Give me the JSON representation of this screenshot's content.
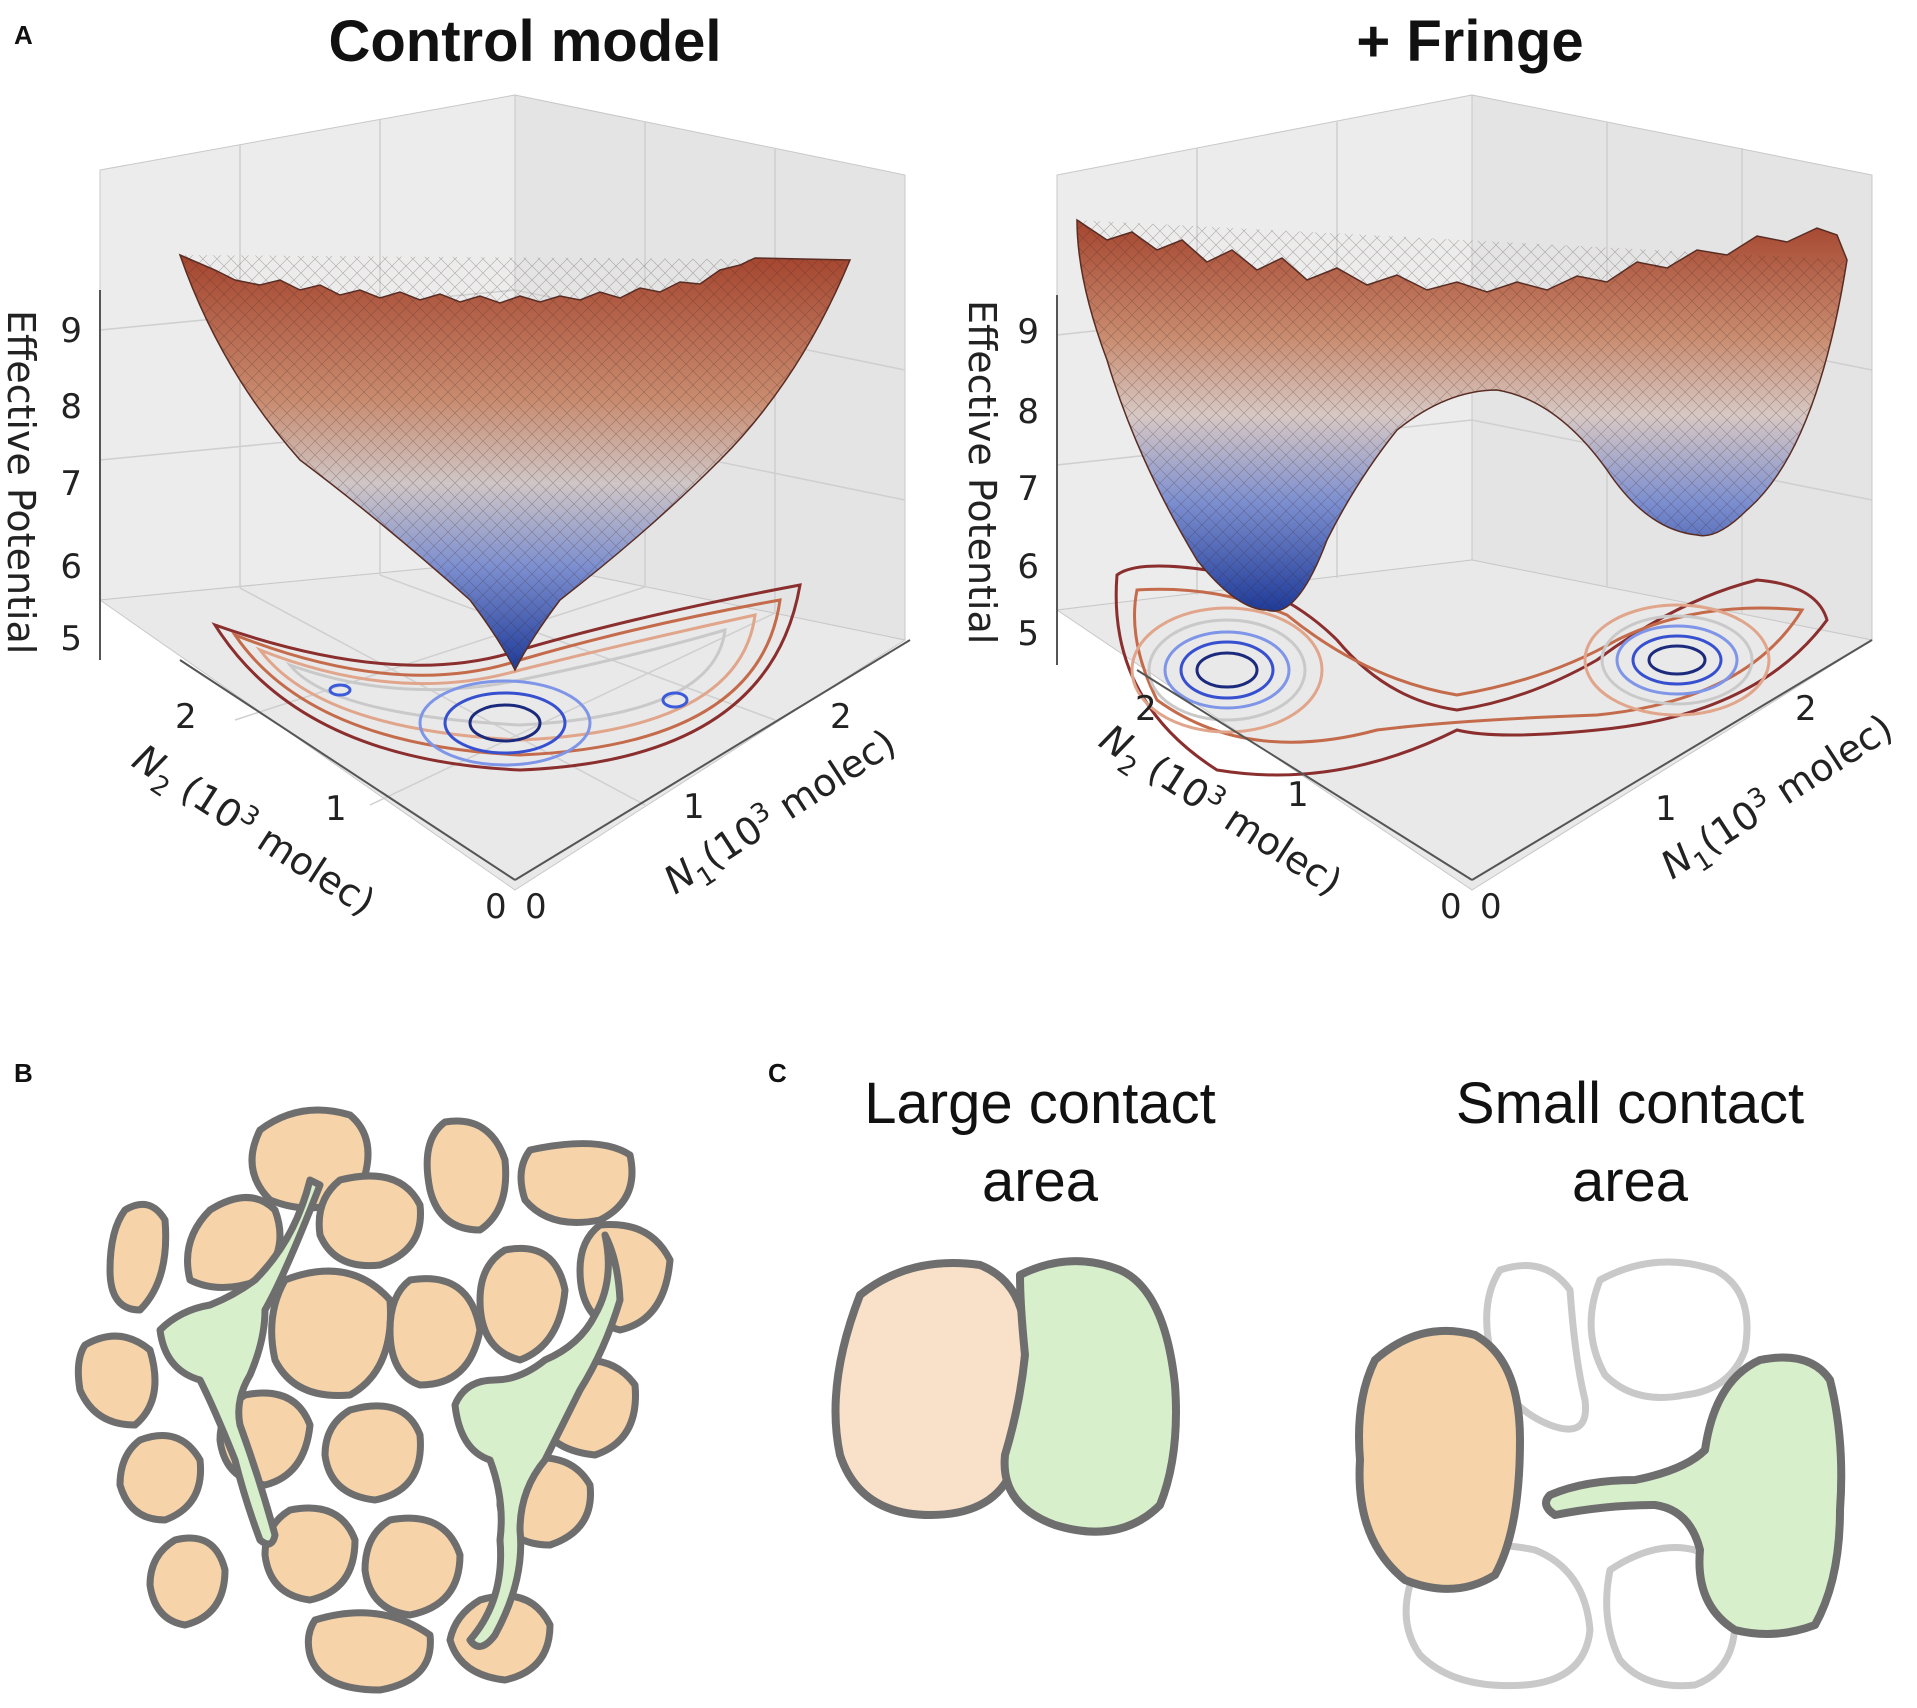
{
  "panels": {
    "a": {
      "letter": "A",
      "plots": [
        {
          "title": "Control model",
          "z_label": "Effective Potential",
          "z_ticks": [
            "5",
            "6",
            "7",
            "8",
            "9"
          ],
          "n2_label": "N2 (10^3 molec)",
          "n2_label_parts": {
            "sym": "N",
            "sub": "2",
            "pre": " (10",
            "sup": "3",
            "post": " molec)"
          },
          "n2_ticks": [
            "0",
            "1",
            "2"
          ],
          "n1_label_parts": {
            "sym": "N",
            "sub": "1",
            "pre": "(10",
            "sup": "3",
            "post": " molec)"
          },
          "n1_ticks": [
            "0",
            "1",
            "2"
          ]
        },
        {
          "title": "+ Fringe",
          "z_label": "Effective Potential",
          "z_ticks": [
            "5",
            "6",
            "7",
            "8",
            "9"
          ],
          "n2_label_parts": {
            "sym": "N",
            "sub": "2",
            "pre": " (10",
            "sup": "3",
            "post": " molec)"
          },
          "n2_ticks": [
            "0",
            "1",
            "2"
          ],
          "n1_label_parts": {
            "sym": "N",
            "sub": "1",
            "pre": "(10",
            "sup": "3",
            "post": " molec)"
          },
          "n1_ticks": [
            "0",
            "1",
            "2"
          ]
        }
      ]
    },
    "b": {
      "letter": "B"
    },
    "c": {
      "letter": "C",
      "large": {
        "line1": "Large contact",
        "line2": "area"
      },
      "small": {
        "line1": "Small contact",
        "line2": "area"
      }
    }
  },
  "colors": {
    "orange_cell": "#f6d3a8",
    "green_cell": "#d8efcc",
    "outline": "#6e6e6e",
    "surface_high": "#a5452f",
    "surface_low": "#1f3b99"
  }
}
